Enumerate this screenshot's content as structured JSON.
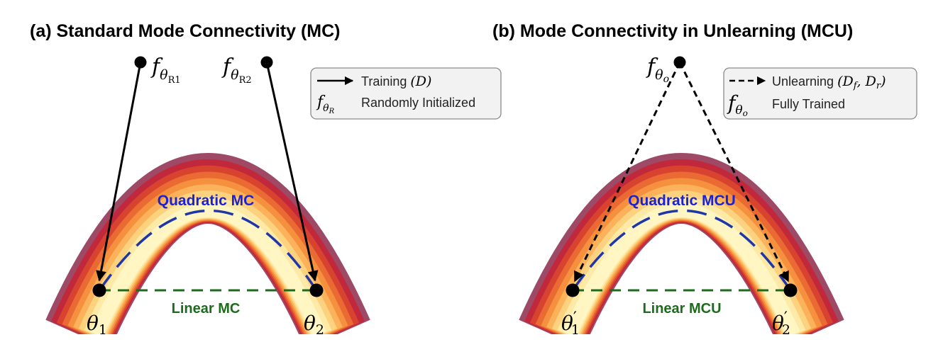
{
  "panel_a": {
    "title": "(a) Standard Mode Connectivity (MC)",
    "quadratic_label": "Quadratic MC",
    "linear_label": "Linear MC",
    "start_labels": [
      {
        "base": "f",
        "sub": "θ",
        "subsub": "R1"
      },
      {
        "base": "f",
        "sub": "θ",
        "subsub": "R2"
      }
    ],
    "end_labels": [
      {
        "base": "θ",
        "sub": "1"
      },
      {
        "base": "θ",
        "sub": "2"
      }
    ],
    "legend": {
      "row1_text": "Training",
      "row1_math": "(D)",
      "row2_symbol": {
        "base": "f",
        "sub": "θ",
        "subsub": "R"
      },
      "row2_text": "Randomly Initialized"
    }
  },
  "panel_b": {
    "title": "(b) Mode Connectivity in Unlearning (MCU)",
    "quadratic_label": "Quadratic MCU",
    "linear_label": "Linear MCU",
    "start_label": {
      "base": "f",
      "sub": "θ",
      "subsub": "o"
    },
    "end_labels": [
      {
        "base": "θ",
        "prime": "′",
        "sub": "1"
      },
      {
        "base": "θ",
        "prime": "′",
        "sub": "2"
      }
    ],
    "legend": {
      "row1_text": "Unlearning",
      "row1_math": "(D",
      "row1_math_sub1": "f",
      "row1_math_mid": ", D",
      "row1_math_sub2": "r",
      "row1_math_end": ")",
      "row2_symbol": {
        "base": "f",
        "sub": "θ",
        "subsub": "o"
      },
      "row2_text": "Fully Trained"
    }
  },
  "colors": {
    "band": [
      "#9e4a66",
      "#c1283c",
      "#d8432f",
      "#ea6a33",
      "#f5903f",
      "#fbb25a",
      "#fdd27f",
      "#feeaa6",
      "#fff6c4"
    ],
    "quadratic_path": "#1f36a8",
    "linear_path": "#1e6b1e",
    "arrow": "#000000",
    "legend_fill": "#f2f2f2",
    "legend_stroke": "#8a8a8a"
  }
}
